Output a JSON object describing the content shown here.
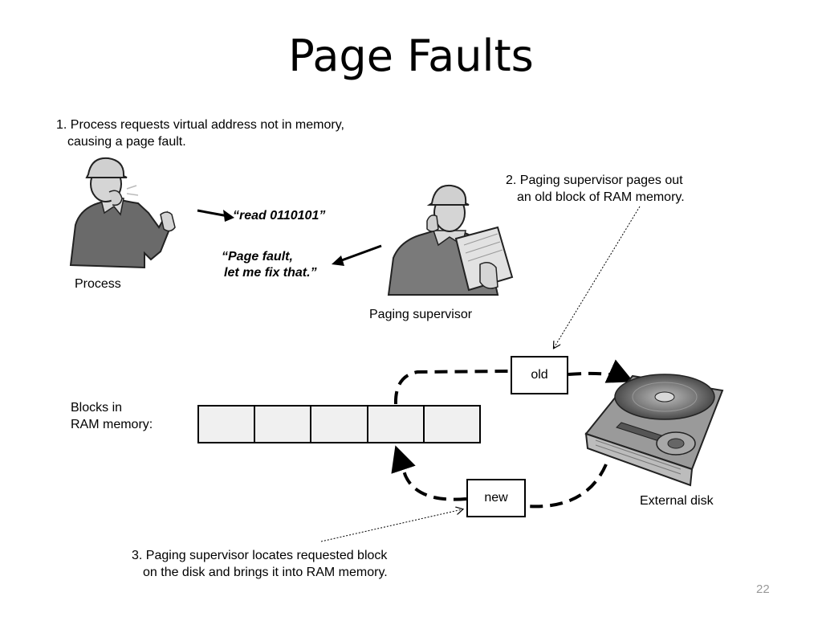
{
  "title": "Page Faults",
  "step1": {
    "line1": "1. Process requests virtual address not in memory,",
    "line2": "causing a page fault."
  },
  "step2": {
    "line1": "2. Paging supervisor pages out",
    "line2": "an old block of RAM memory."
  },
  "step3": {
    "line1": "3. Paging supervisor locates requested block",
    "line2": "on the disk and brings it into RAM memory."
  },
  "process_label": "Process",
  "supervisor_label": "Paging supervisor",
  "request_quote": "“read 0110101”",
  "reply_quote": {
    "line1": "“Page fault,",
    "line2": "let me fix that.”"
  },
  "ram_label": {
    "line1": "Blocks in",
    "line2": "RAM memory:"
  },
  "old_block": "old",
  "new_block": "new",
  "disk_label": "External disk",
  "page_number": "22",
  "ram_cells": 5
}
